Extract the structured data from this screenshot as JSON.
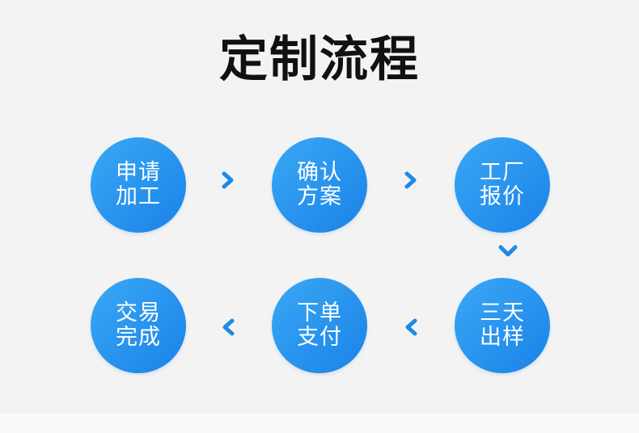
{
  "title": "定制流程",
  "steps": [
    {
      "line1": "申请",
      "line2": "加工"
    },
    {
      "line1": "确认",
      "line2": "方案"
    },
    {
      "line1": "工厂",
      "line2": "报价"
    },
    {
      "line1": "三天",
      "line2": "出样"
    },
    {
      "line1": "下单",
      "line2": "支付"
    },
    {
      "line1": "交易",
      "line2": "完成"
    }
  ],
  "colors": {
    "circle_start": "#3aa8f5",
    "circle_end": "#1a82e8",
    "arrow": "#1e8ae8",
    "title": "#111111",
    "background": "#f3f3f3"
  }
}
